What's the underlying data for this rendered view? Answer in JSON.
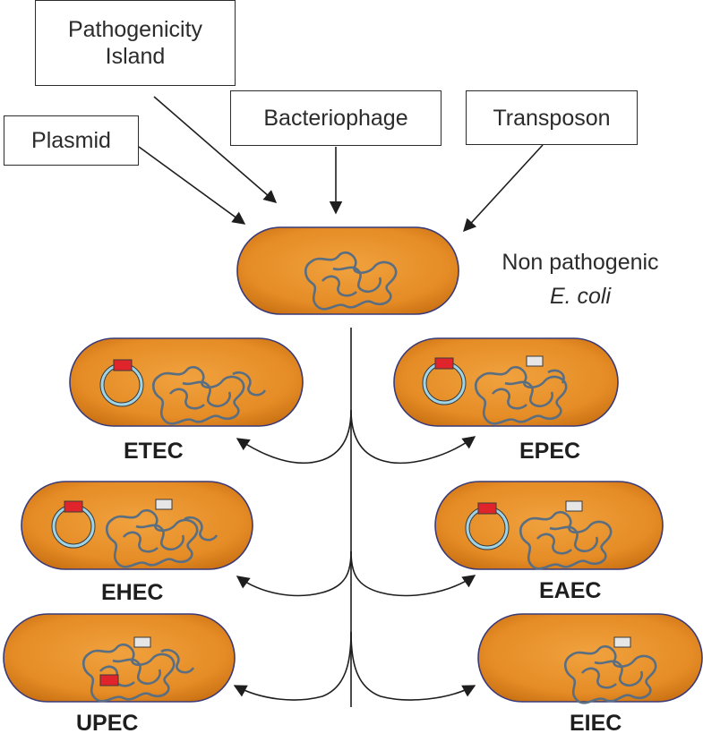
{
  "sources": {
    "pathogenicity_island": "Pathogenicity\nIsland",
    "plasmid": "Plasmid",
    "bacteriophage": "Bacteriophage",
    "transposon": "Transposon"
  },
  "parent": {
    "label_line1": "Non pathogenic",
    "label_line2": "E. coli"
  },
  "strains": {
    "etec": "ETEC",
    "epec": "EPEC",
    "ehec": "EHEC",
    "eaec": "EAEC",
    "upec": "UPEC",
    "eiec": "EIEC"
  },
  "colors": {
    "cell_fill": "#e8922e",
    "cell_outline": "#3a3a78",
    "chromosome": "#5a6e82",
    "plasmid_ring": "#9fd4e6",
    "red_gene": "#e0242c",
    "white_gene": "#e6e6e6"
  }
}
